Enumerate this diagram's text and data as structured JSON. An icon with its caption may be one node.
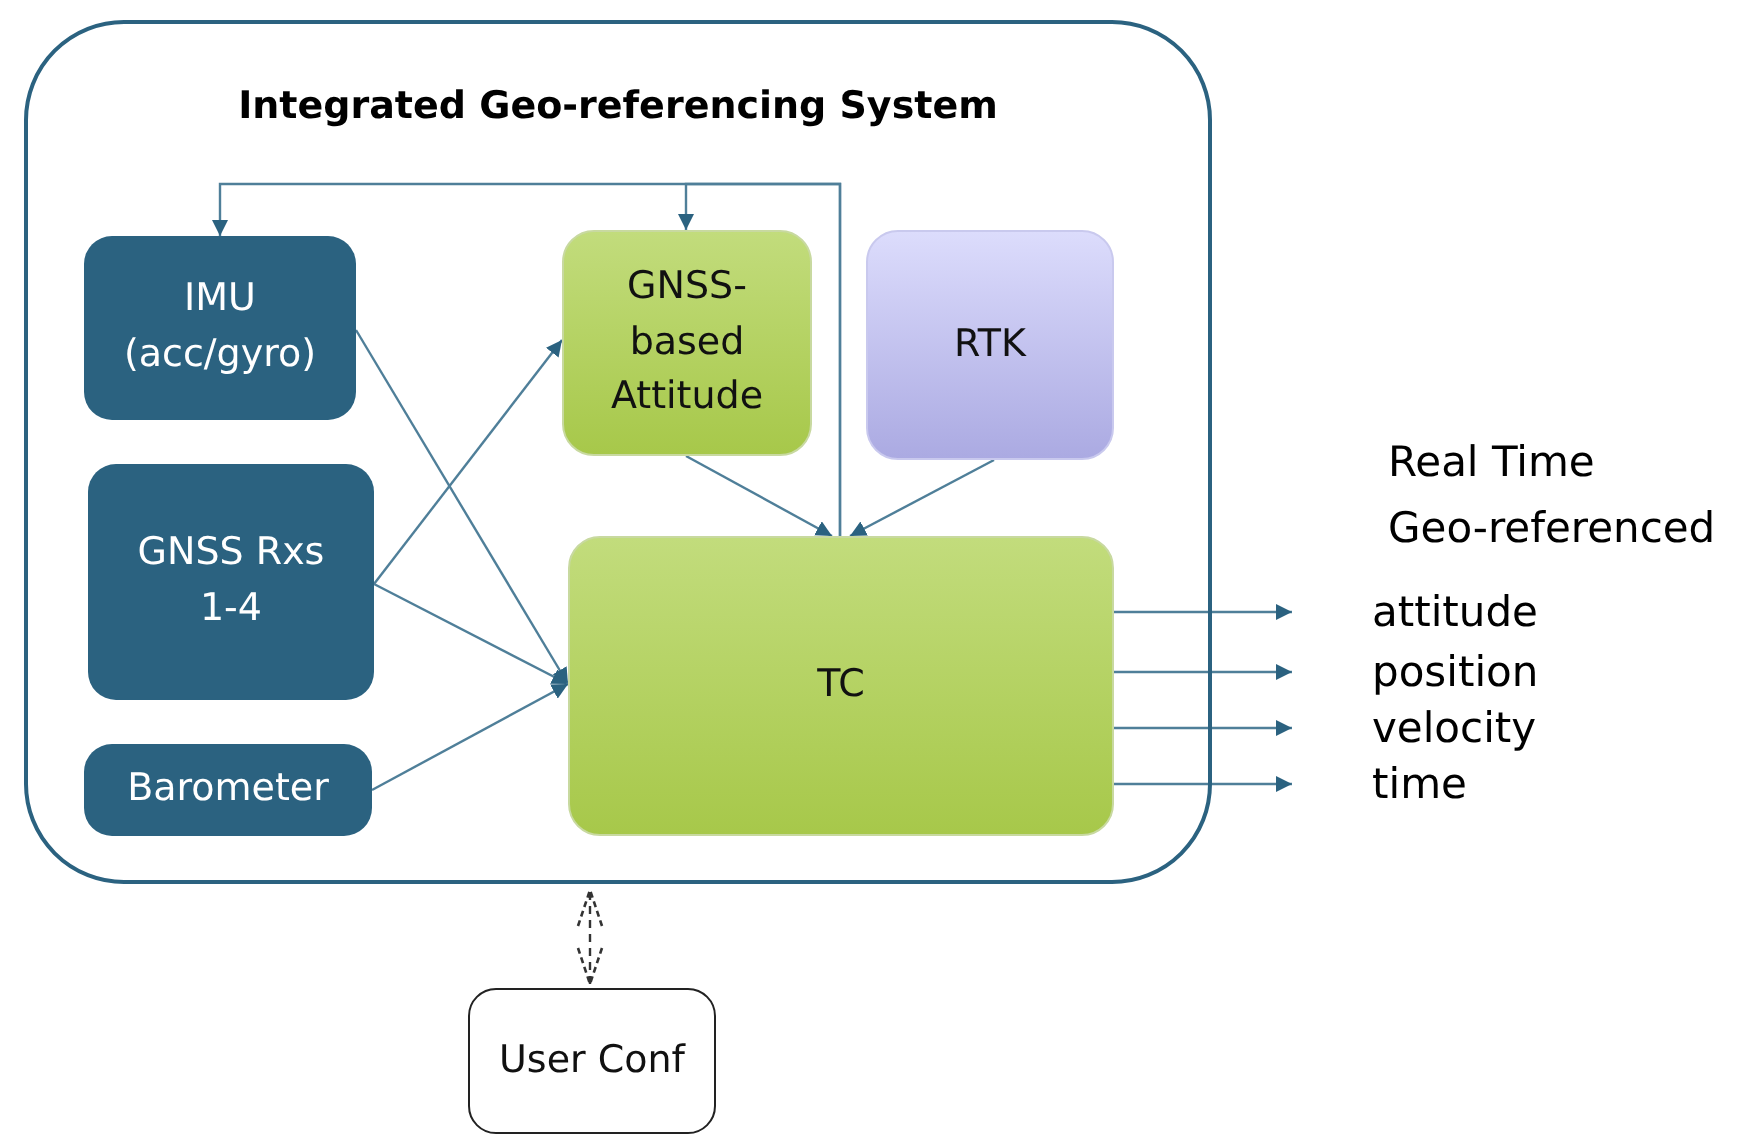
{
  "diagram": {
    "nodes": [
      {
        "text": [
          "Integrated Geo-referencing System"
        ]
      },
      {
        "text": [
          "IMU (acc/gyro)"
        ],
        "in": 0
      },
      {
        "text": [
          "GNSS-based Attitude"
        ],
        "in": 0
      },
      {
        "text": [
          "RTK"
        ],
        "in": 0
      },
      {
        "text": [
          "GNSS Rxs 1-4"
        ],
        "in": 0
      },
      {
        "text": [
          "TC"
        ],
        "in": 0
      },
      {
        "text": [
          "Barometer"
        ],
        "in": 0
      },
      {
        "text": [
          "User Conf"
        ]
      },
      {
        "text": [
          "attitude"
        ]
      },
      {
        "text": [
          "position"
        ]
      },
      {
        "text": [
          "velocity"
        ]
      },
      {
        "text": [
          "time"
        ]
      }
    ],
    "edges": [
      {
        "from": 5,
        "to": 1,
        "arrow": "to"
      },
      {
        "from": 5,
        "to": 2,
        "arrow": "to"
      },
      {
        "from": 1,
        "to": 5,
        "arrow": "to"
      },
      {
        "from": 4,
        "to": 2,
        "arrow": "to"
      },
      {
        "from": 4,
        "to": 5,
        "arrow": "to"
      },
      {
        "from": 6,
        "to": 5,
        "arrow": "to"
      },
      {
        "from": 2,
        "to": 5,
        "arrow": "to"
      },
      {
        "from": 3,
        "to": 5,
        "arrow": "to"
      },
      {
        "from": 5,
        "to": 8,
        "arrow": "to"
      },
      {
        "from": 5,
        "to": 9,
        "arrow": "to"
      },
      {
        "from": 5,
        "to": 10,
        "arrow": "to"
      },
      {
        "from": 5,
        "to": 11,
        "arrow": "to"
      },
      {
        "from": 7,
        "to": 0,
        "arrow": "both",
        "style": "dashed",
        "color": "#333333"
      }
    ],
    "labels": [
      "Real Time",
      "Geo-referenced"
    ]
  }
}
